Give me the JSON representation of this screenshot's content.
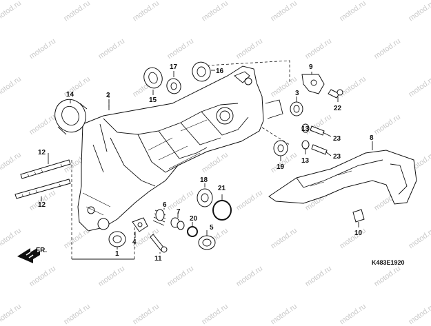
{
  "diagram": {
    "watermark_text": "motod.ru",
    "figure_code": "K483E1920",
    "direction_label": "FR.",
    "callouts": {
      "c1": "1",
      "c2": "2",
      "c3": "3",
      "c4": "4",
      "c5": "5",
      "c6": "6",
      "c7": "7",
      "c8": "8",
      "c9": "9",
      "c10": "10",
      "c11": "11",
      "c12a": "12",
      "c12b": "12",
      "c13a": "13",
      "c13b": "13",
      "c14": "14",
      "c15": "15",
      "c16": "16",
      "c17": "17",
      "c18": "18",
      "c19": "19",
      "c20": "20",
      "c21": "21",
      "c22": "22",
      "c23a": "23",
      "c23b": "23"
    }
  }
}
